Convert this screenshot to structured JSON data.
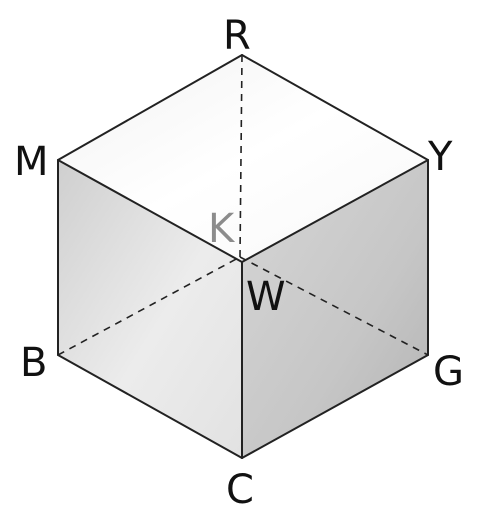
{
  "vertices": {
    "R": {
      "label": "R",
      "hidden": false
    },
    "M": {
      "label": "M",
      "hidden": false
    },
    "Y": {
      "label": "Y",
      "hidden": false
    },
    "K": {
      "label": "K",
      "hidden": true
    },
    "W": {
      "label": "W",
      "hidden": false
    },
    "B": {
      "label": "B",
      "hidden": false
    },
    "G": {
      "label": "G",
      "hidden": false
    },
    "C": {
      "label": "C",
      "hidden": false
    }
  },
  "faces": [
    {
      "name": "top-face",
      "vertices": [
        "R",
        "Y",
        "W",
        "M"
      ],
      "fill": "#fcfcfc"
    },
    {
      "name": "left-face",
      "vertices": [
        "M",
        "W",
        "C",
        "B"
      ],
      "fill": "#d9d9d9"
    },
    {
      "name": "right-face",
      "vertices": [
        "W",
        "Y",
        "G",
        "C"
      ],
      "fill": "#c0c0c0"
    }
  ],
  "solid_edges": [
    [
      "R",
      "Y"
    ],
    [
      "R",
      "M"
    ],
    [
      "M",
      "W"
    ],
    [
      "W",
      "Y"
    ],
    [
      "M",
      "B"
    ],
    [
      "B",
      "C"
    ],
    [
      "W",
      "C"
    ],
    [
      "Y",
      "G"
    ],
    [
      "G",
      "C"
    ]
  ],
  "dashed_edges": [
    [
      "R",
      "K"
    ],
    [
      "B",
      "K"
    ],
    [
      "K",
      "G"
    ]
  ],
  "colors": {
    "edge": "#222222",
    "label": "#111111",
    "hidden_label": "#8c8c8c"
  }
}
